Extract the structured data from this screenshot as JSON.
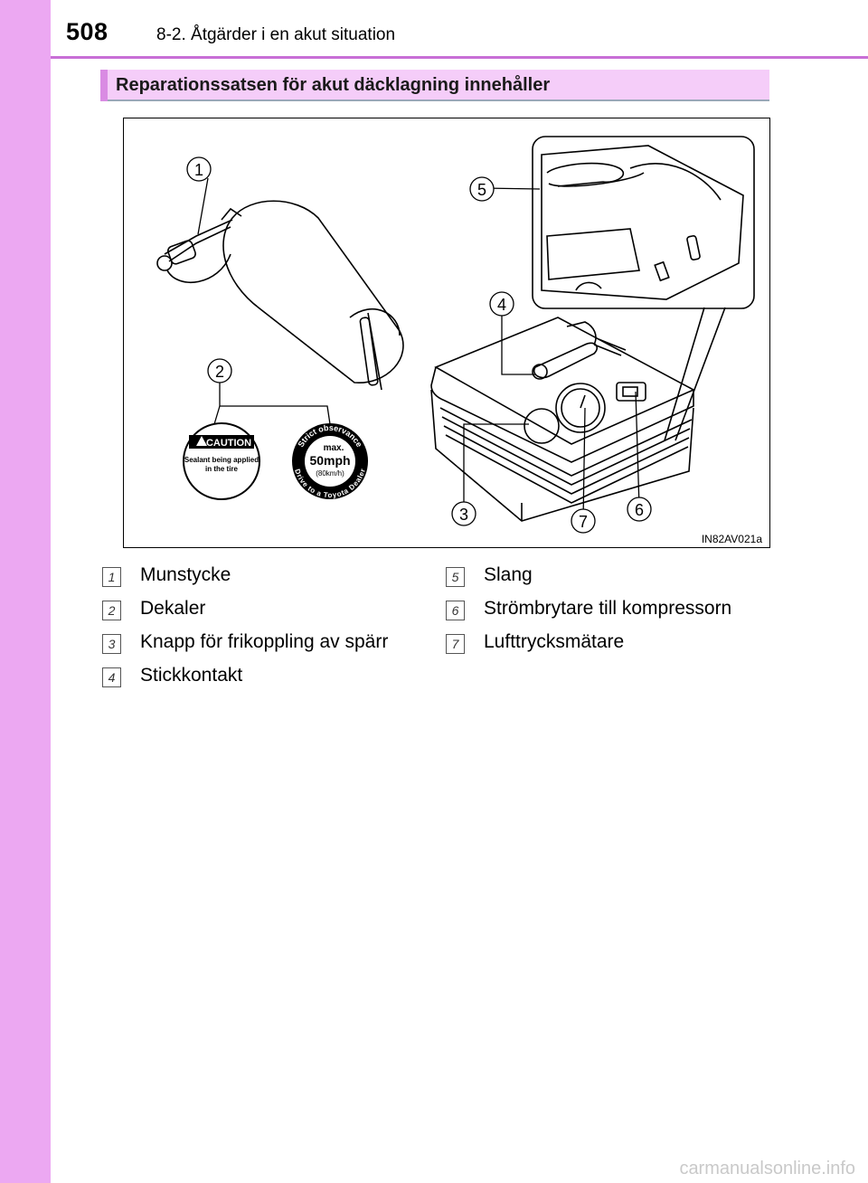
{
  "header": {
    "page_number": "508",
    "chapter": "8-2. Åtgärder i en akut situation"
  },
  "section": {
    "heading": "Reparationssatsen för akut däcklagning innehåller"
  },
  "figure": {
    "code": "IN82AV021a",
    "callouts": [
      "1",
      "2",
      "3",
      "4",
      "5",
      "6",
      "7"
    ],
    "caution_decal": {
      "title": "CAUTION",
      "line1": "Sealant being applied",
      "line2": "in the tire"
    },
    "speed_decal": {
      "arc_top": "Strict observance",
      "max": "max.",
      "speed": "50mph",
      "kmh": "(80km/h)",
      "arc_bottom": "Drive to a Toyota Dealer"
    }
  },
  "legend": [
    {
      "num": "1",
      "label": "Munstycke"
    },
    {
      "num": "2",
      "label": "Dekaler"
    },
    {
      "num": "3",
      "label": "Knapp för frikoppling av spärr"
    },
    {
      "num": "4",
      "label": "Stickkontakt"
    },
    {
      "num": "5",
      "label": "Slang"
    },
    {
      "num": "6",
      "label": "Strömbrytare till kompressorn"
    },
    {
      "num": "7",
      "label": "Lufttrycksmätare"
    }
  ],
  "footer": {
    "watermark": "carmanualsonline.info"
  }
}
